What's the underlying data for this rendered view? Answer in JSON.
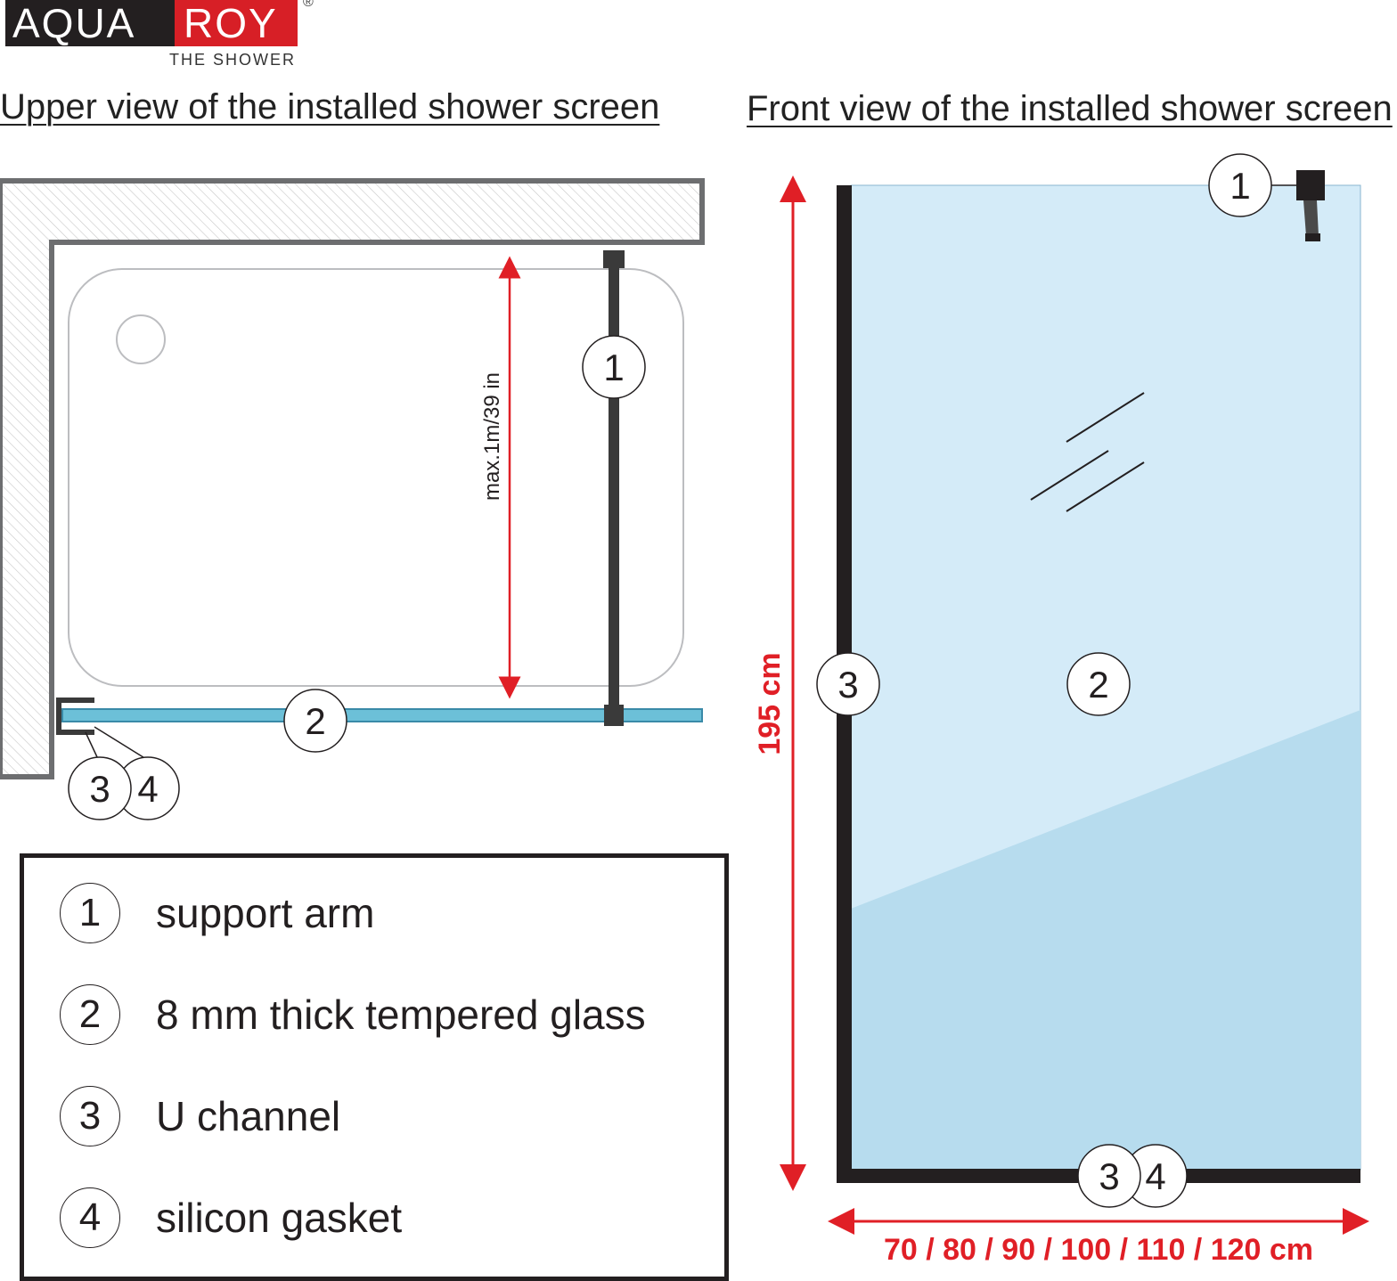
{
  "logo": {
    "brand_left": "AQUA",
    "brand_right": "ROY",
    "registered": "®",
    "tagline": "THE SHOWER"
  },
  "titles": {
    "upper": "Upper view of the installed shower screen",
    "front": "Front view of the installed shower screen"
  },
  "upper_view": {
    "max_label": "max.1m/39 in",
    "callouts": [
      "1",
      "2",
      "3",
      "4"
    ]
  },
  "front_view": {
    "height_label": "195 cm",
    "width_label": "70 / 80 / 90 / 100 / 110 / 120 cm",
    "callouts": [
      "1",
      "2",
      "3",
      "4"
    ]
  },
  "legend": {
    "items": [
      {
        "num": "1",
        "text": "support arm"
      },
      {
        "num": "2",
        "text": "8 mm thick tempered glass"
      },
      {
        "num": "3",
        "text": "U channel"
      },
      {
        "num": "4",
        "text": "silicon gasket"
      }
    ]
  },
  "colors": {
    "dimension_red": "#e01f26",
    "glass_blue": "#d4ebf8",
    "glass_blue_dark": "#b7dcee",
    "frame_black": "#231f20",
    "wall_gray": "#6d6e70"
  }
}
